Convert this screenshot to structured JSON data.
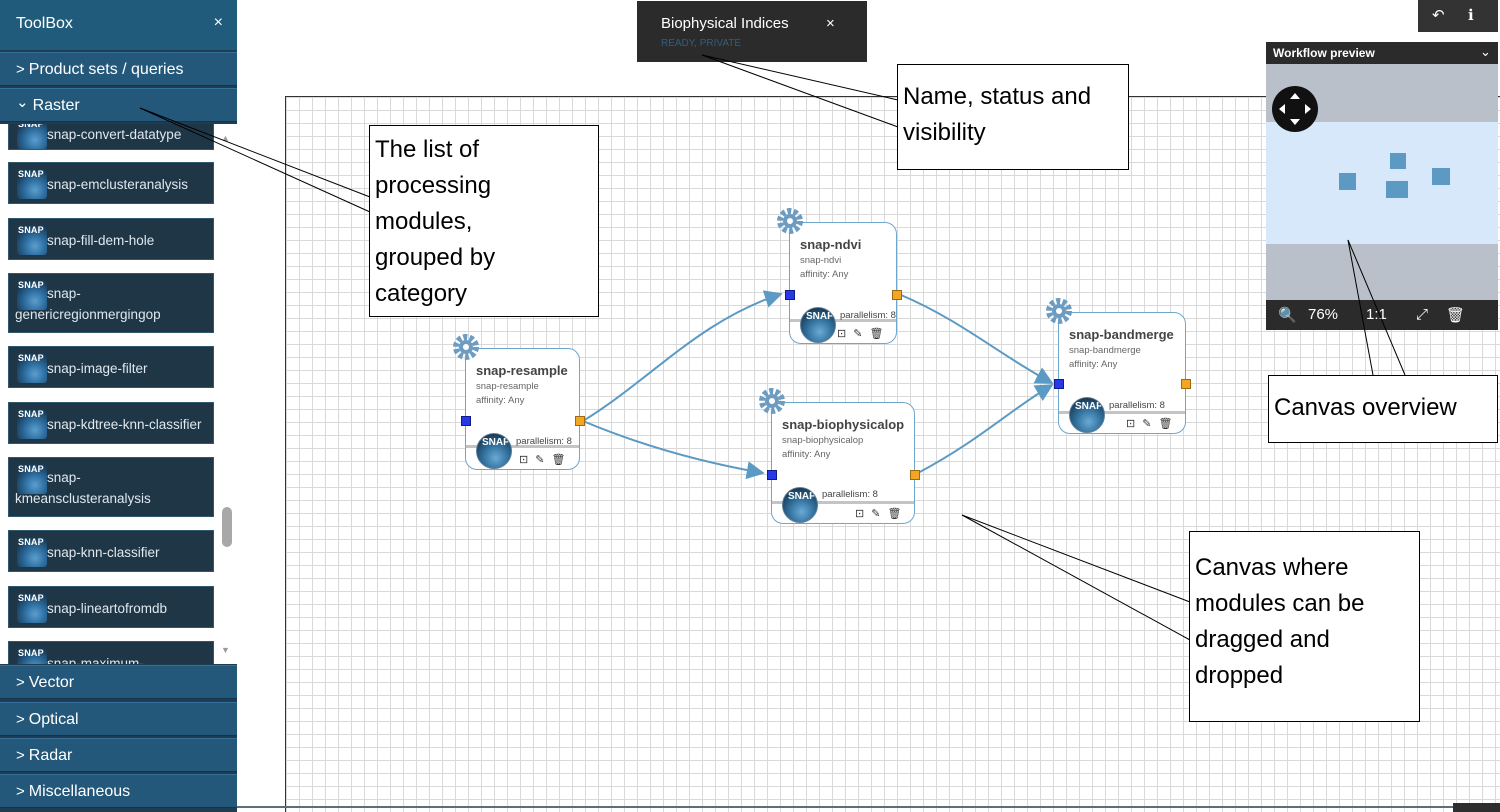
{
  "toolbox": {
    "title": "ToolBox",
    "close": "×",
    "categories": {
      "product_sets": "Product sets / queries",
      "raster": "Raster",
      "vector": "Vector",
      "optical": "Optical",
      "radar": "Radar",
      "misc": "Miscellaneous"
    },
    "chevron_collapsed": ">",
    "chevron_expanded": "⌄",
    "snap_badge": "SNAP",
    "modules": [
      "snap-convert-datatype",
      "snap-emclusteranalysis",
      "snap-fill-dem-hole",
      "snap-",
      "genericregionmergingop",
      "snap-image-filter",
      "snap-kdtree-knn-classifier",
      "snap-",
      "kmeansclusteranalysis",
      "snap-knn-classifier",
      "snap-lineartofromdb",
      "snap-maximum-"
    ]
  },
  "workflow": {
    "name": "Biophysical Indices",
    "status": "READY, PRIVATE",
    "close": "×"
  },
  "top_buttons": {
    "undo": "↶",
    "info": "ℹ"
  },
  "preview": {
    "title": "Workflow preview",
    "chevron": "⌄",
    "zoom": "76%",
    "ratio": "1:1",
    "zoom_icon": "🔍",
    "expand_icon": "⤢",
    "delete_icon": "🗑"
  },
  "nodes": {
    "resample": {
      "title": "snap-resample",
      "sub": "snap-resample",
      "affinity": "affinity: Any",
      "parallelism": "parallelism: 8"
    },
    "ndvi": {
      "title": "snap-ndvi",
      "sub": "snap-ndvi",
      "affinity": "affinity: Any",
      "parallelism": "parallelism: 8"
    },
    "biophysical": {
      "title": "snap-biophysicalop",
      "sub": "snap-biophysicalop",
      "affinity": "affinity: Any",
      "parallelism": "parallelism: 8"
    },
    "bandmerge": {
      "title": "snap-bandmerge",
      "sub": "snap-bandmerge",
      "affinity": "affinity: Any",
      "parallelism": "parallelism: 8"
    },
    "node_icons": {
      "select": "⊡",
      "edit": "✎",
      "delete": "🗑"
    },
    "logo": "SNAP"
  },
  "callouts": {
    "modules": [
      "The list of",
      "processing",
      "modules,",
      "grouped by",
      "category"
    ],
    "name_status": [
      "Name, status and",
      "visibility"
    ],
    "overview": [
      "Canvas overview"
    ],
    "canvas": [
      "Canvas where",
      "modules can be",
      "dragged and",
      "dropped"
    ]
  },
  "colors": {
    "sidebar": "#1f3d52",
    "category": "#24587a",
    "port_in": "#2738e8",
    "port_out": "#f4a623",
    "node_border": "#6fa6cc",
    "edge": "#5b9ac4"
  }
}
